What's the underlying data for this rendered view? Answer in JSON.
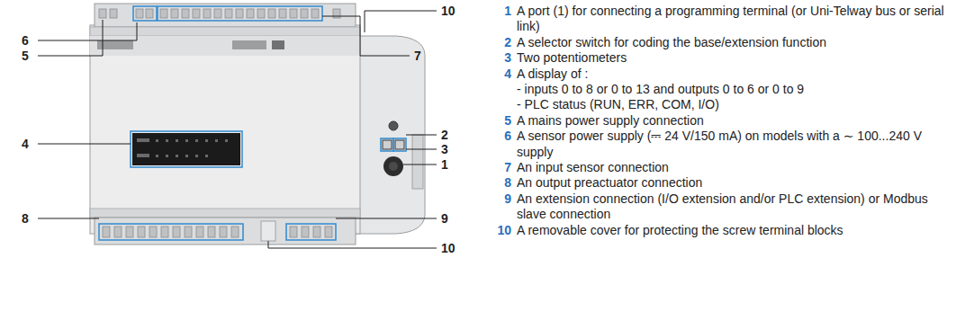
{
  "diagram": {
    "labels": [
      "10",
      "6",
      "5",
      "7",
      "4",
      "2",
      "3",
      "1",
      "8",
      "9",
      "10",
      "1",
      "A port (1) for connecting a programming terminal (or Uni-Telway bus or serial link)",
      "2",
      "A selector switch for coding the base/extension function",
      "3",
      "Two potentiometers",
      "4",
      "A display of :",
      "- inputs 0 to 8 or 0 to 13 and outputs 0 to 6 or 0 to 9",
      "- PLC status (RUN, ERR, COM, I/O)",
      "5",
      "A mains power supply connection",
      "6",
      "A sensor power supply (⎓ 24 V/150 mA) on models with a ∼ 100...240 V supply",
      "7",
      "An input sensor connection",
      "8",
      "An output preactuator connection",
      "9",
      "An extension connection (I/O extension and/or PLC extension) or Modbus slave connection",
      "10",
      "A removable cover for protecting the screw terminal blocks"
    ]
  }
}
